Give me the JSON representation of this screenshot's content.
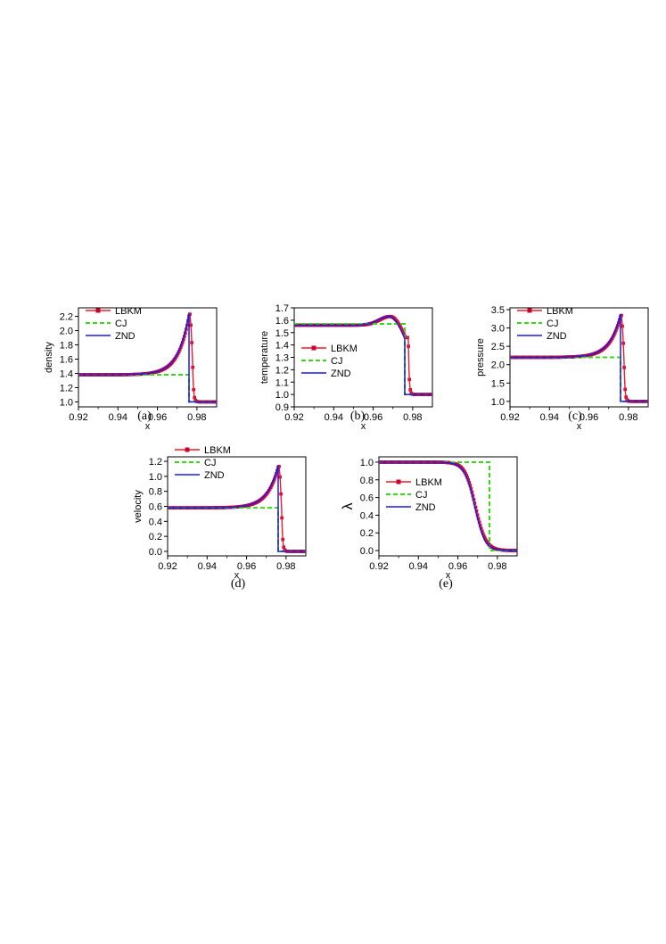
{
  "colors": {
    "lbkm": "#ee1c24",
    "cj": "#33dd11",
    "znd": "#1a1aee",
    "marker": "#cc0033"
  },
  "chart_data": [
    {
      "id": "a",
      "type": "line",
      "caption": "(a)",
      "xlabel": "x",
      "ylabel": "density",
      "xlim": [
        0.92,
        0.99
      ],
      "ylim": [
        0.93,
        2.32
      ],
      "xticks": [
        "0.92",
        "0.94",
        "0.96",
        "0.98"
      ],
      "yticks": [
        "1.0",
        "1.2",
        "1.4",
        "1.6",
        "1.8",
        "2.0",
        "2.2"
      ],
      "legend_position": "top-left",
      "shape": {
        "kind": "peak",
        "base": 1.38,
        "peak": 2.25,
        "post": 1.0,
        "xs": 0.976,
        "w": 0.0055,
        "off": 0.0018
      },
      "series": [
        {
          "name": "LBKM",
          "style": "solid-square-markers"
        },
        {
          "name": "CJ",
          "style": "dashed"
        },
        {
          "name": "ZND",
          "style": "solid"
        }
      ]
    },
    {
      "id": "b",
      "type": "line",
      "caption": "(b)",
      "xlabel": "x",
      "ylabel": "temperature",
      "xlim": [
        0.92,
        0.99
      ],
      "ylim": [
        0.9,
        1.7
      ],
      "xticks": [
        "0.92",
        "0.94",
        "0.96",
        "0.98"
      ],
      "yticks": [
        "0.9",
        "1.0",
        "1.1",
        "1.2",
        "1.3",
        "1.4",
        "1.5",
        "1.6",
        "1.7"
      ],
      "legend_position": "center-left",
      "shape": {
        "kind": "temp",
        "base": 1.56,
        "peak": 1.63,
        "xp": 0.968,
        "cj": 1.57,
        "post": 1.0,
        "xs": 0.976,
        "off": 0.0018
      },
      "series": [
        {
          "name": "LBKM",
          "style": "solid-square-markers"
        },
        {
          "name": "CJ",
          "style": "dashed"
        },
        {
          "name": "ZND",
          "style": "solid"
        }
      ]
    },
    {
      "id": "c",
      "type": "line",
      "caption": "(c)",
      "xlabel": "x",
      "ylabel": "pressure",
      "xlim": [
        0.92,
        0.99
      ],
      "ylim": [
        0.85,
        3.55
      ],
      "xticks": [
        "0.92",
        "0.94",
        "0.96",
        "0.98"
      ],
      "yticks": [
        "1.0",
        "1.5",
        "2.0",
        "2.5",
        "3.0",
        "3.5"
      ],
      "legend_position": "top-left",
      "shape": {
        "kind": "peak",
        "base": 2.2,
        "peak": 3.38,
        "post": 1.0,
        "xs": 0.976,
        "w": 0.0055,
        "off": 0.0018
      },
      "series": [
        {
          "name": "LBKM",
          "style": "solid-square-markers"
        },
        {
          "name": "CJ",
          "style": "dashed"
        },
        {
          "name": "ZND",
          "style": "solid"
        }
      ]
    },
    {
      "id": "d",
      "type": "line",
      "caption": "(d)",
      "xlabel": "x",
      "ylabel": "velocity",
      "xlim": [
        0.92,
        0.99
      ],
      "ylim": [
        -0.06,
        1.26
      ],
      "xticks": [
        "0.92",
        "0.94",
        "0.96",
        "0.98"
      ],
      "yticks": [
        "0.0",
        "0.2",
        "0.4",
        "0.6",
        "0.8",
        "1.0",
        "1.2"
      ],
      "legend_position": "top-left",
      "shape": {
        "kind": "peak",
        "base": 0.58,
        "peak": 1.15,
        "post": 0.0,
        "xs": 0.976,
        "w": 0.0055,
        "off": 0.0018
      },
      "series": [
        {
          "name": "LBKM",
          "style": "solid-square-markers"
        },
        {
          "name": "CJ",
          "style": "dashed"
        },
        {
          "name": "ZND",
          "style": "solid"
        }
      ]
    },
    {
      "id": "e",
      "type": "line",
      "caption": "(e)",
      "xlabel": "x",
      "ylabel": "λ",
      "xlim": [
        0.92,
        0.99
      ],
      "ylim": [
        -0.06,
        1.06
      ],
      "xticks": [
        "0.92",
        "0.94",
        "0.96",
        "0.98"
      ],
      "yticks": [
        "0.0",
        "0.2",
        "0.4",
        "0.6",
        "0.8",
        "1.0"
      ],
      "legend_position": "center-left",
      "shape": {
        "kind": "lambda",
        "x0": 0.9685,
        "k": 380,
        "cj_xs": 0.976
      },
      "series": [
        {
          "name": "LBKM",
          "style": "solid-square-markers"
        },
        {
          "name": "CJ",
          "style": "dashed"
        },
        {
          "name": "ZND",
          "style": "solid"
        }
      ]
    }
  ]
}
